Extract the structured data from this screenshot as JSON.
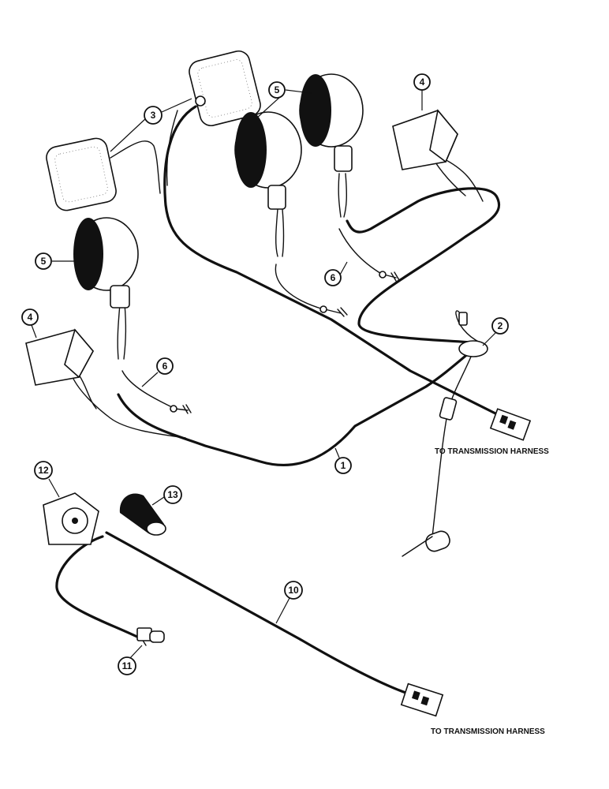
{
  "callouts": {
    "c1": "1",
    "c2": "2",
    "c3": "3",
    "c4a": "4",
    "c4b": "4",
    "c5a": "5",
    "c5b": "5",
    "c6a": "6",
    "c6b": "6",
    "c10": "10",
    "c11": "11",
    "c12": "12",
    "c13": "13"
  },
  "notes": {
    "upper_harness": "TO TRANSMISSION HARNESS",
    "lower_harness": "TO TRANSMISSION HARNESS"
  }
}
